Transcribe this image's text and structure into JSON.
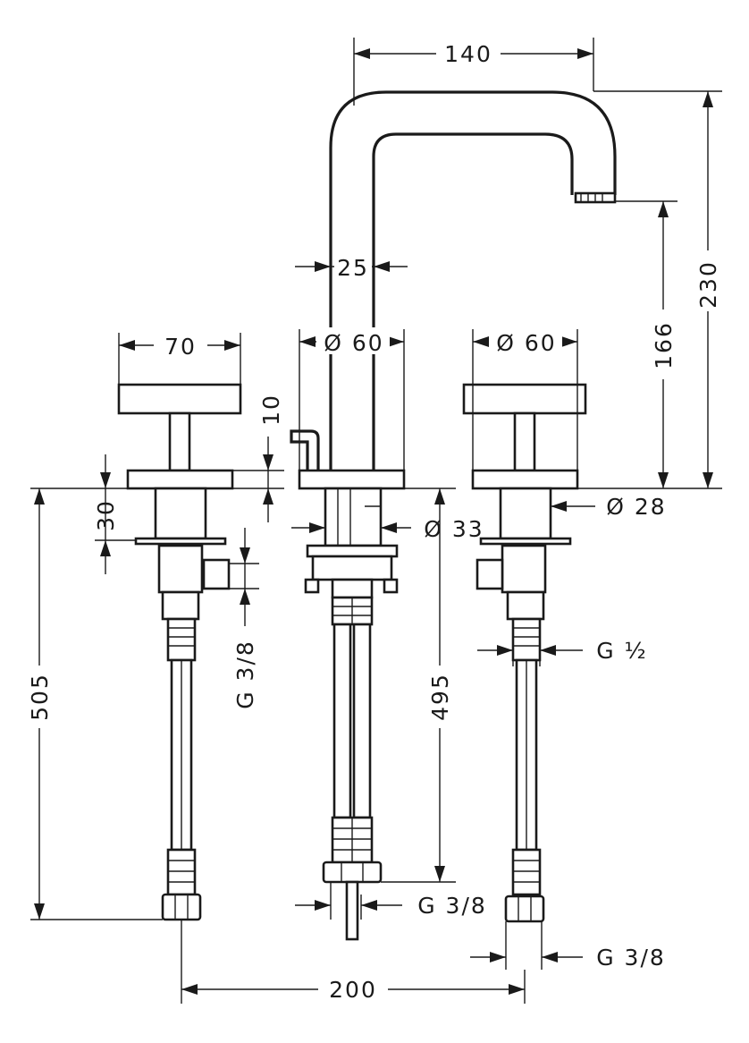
{
  "dimensions": {
    "spout_reach": "140",
    "spout_height": "230",
    "outlet_height": "166",
    "spout_pipe_diameter": "25",
    "spout_base_diameter": "Ø 60",
    "handle_base_diameter": "Ø 60",
    "handle_width": "70",
    "rosette_thickness": "10",
    "body_height": "30",
    "body_diameter": "Ø 28",
    "shank_diameter": "Ø 33",
    "left_valve_connection": "G 3/8",
    "right_valve_connection": "G ½",
    "overall_hose_length_left": "505",
    "overall_hose_length_center": "495",
    "center_hose_connection": "G 3/8",
    "right_hose_connection": "G 3/8",
    "handle_spread": "200"
  }
}
